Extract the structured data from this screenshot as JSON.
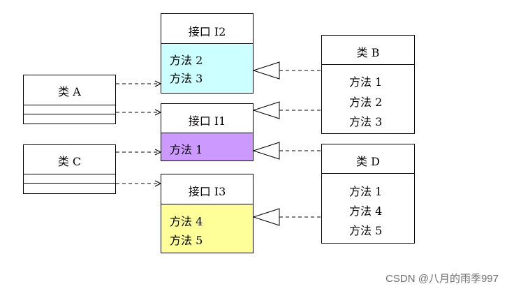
{
  "diagram": {
    "class_a": {
      "name": "类 A"
    },
    "class_c": {
      "name": "类 C"
    },
    "interface_i2": {
      "name": "接口 I2",
      "methods": [
        "方法 2",
        "方法 3"
      ],
      "color": "#ccffff"
    },
    "interface_i1": {
      "name": "接口 I1",
      "methods": [
        "方法 1"
      ],
      "color": "#cc99ff"
    },
    "interface_i3": {
      "name": "接口 I3",
      "methods": [
        "方法 4",
        "方法 5"
      ],
      "color": "#ffff99"
    },
    "class_b": {
      "name": "类 B",
      "methods": [
        "方法 1",
        "方法 2",
        "方法 3"
      ]
    },
    "class_d": {
      "name": "类 D",
      "methods": [
        "方法 1",
        "方法 4",
        "方法 5"
      ]
    }
  },
  "watermark": "CSDN @八月的雨季997"
}
